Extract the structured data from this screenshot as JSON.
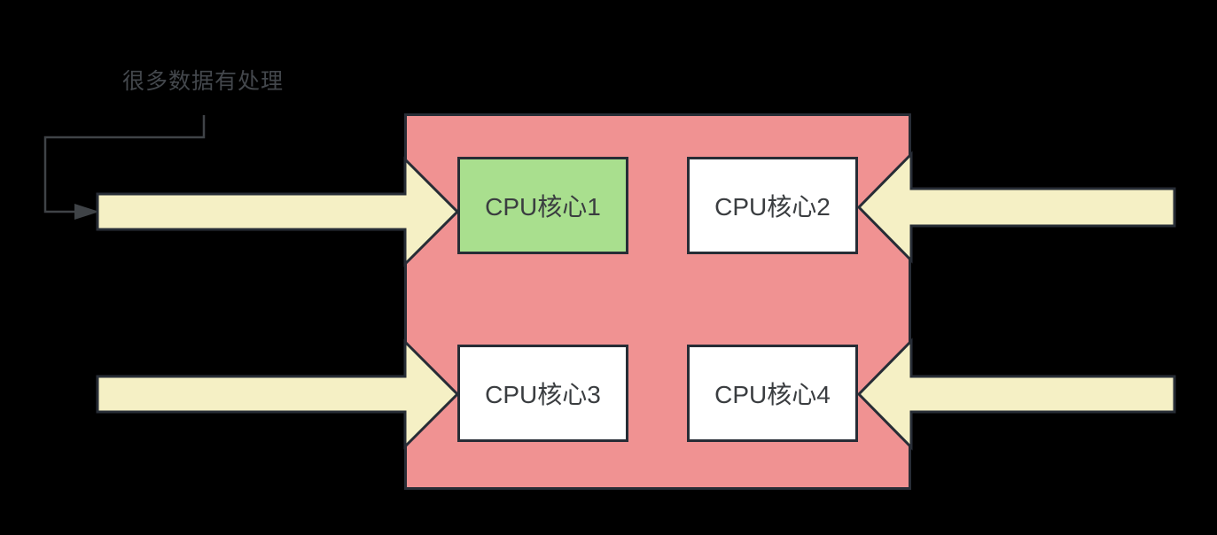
{
  "diagram": {
    "annotation": {
      "label": "很多数据有处理"
    },
    "cpu": {
      "cores": [
        {
          "label": "CPU核心1",
          "highlighted": true
        },
        {
          "label": "CPU核心2",
          "highlighted": false
        },
        {
          "label": "CPU核心3",
          "highlighted": false
        },
        {
          "label": "CPU核心4",
          "highlighted": false
        }
      ]
    },
    "arrows": [
      {
        "name": "inbound-arrow-top-left",
        "direction": "right"
      },
      {
        "name": "inbound-arrow-bottom-left",
        "direction": "right"
      },
      {
        "name": "inbound-arrow-top-right",
        "direction": "left"
      },
      {
        "name": "inbound-arrow-bottom-right",
        "direction": "left"
      }
    ],
    "colors": {
      "background": "#000000",
      "cpu_body": "#f09292",
      "core_highlight": "#a9df8e",
      "core_default": "#ffffff",
      "arrow_fill": "#f5f0c5",
      "outline": "#272d36",
      "connector": "#3f4347",
      "annotation_text": "#43474c",
      "core_text": "#3a3d40"
    }
  }
}
